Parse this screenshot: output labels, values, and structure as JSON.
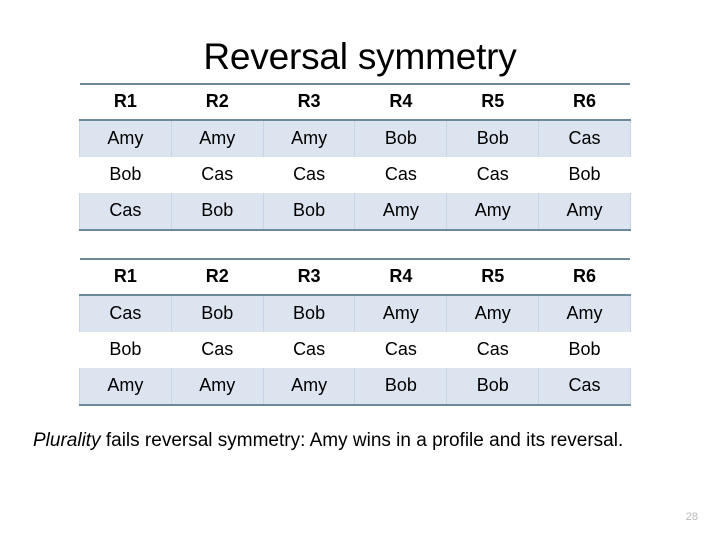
{
  "slide": {
    "title": "Reversal symmetry",
    "page_number": "28",
    "caption": {
      "emphasis": "Plurality",
      "rest": " fails reversal symmetry: Amy wins in a profile and its reversal."
    },
    "colors": {
      "stripe": "#dce4f0",
      "rule": "#6d8a9b",
      "cell_divider": "#c9d5e6",
      "page_number": "#b8b8b8",
      "background": "#ffffff"
    }
  },
  "tables": [
    {
      "name": "original-profile",
      "headers": [
        "R1",
        "R2",
        "R3",
        "R4",
        "R5",
        "R6"
      ],
      "rows": [
        [
          "Amy",
          "Amy",
          "Amy",
          "Bob",
          "Bob",
          "Cas"
        ],
        [
          "Bob",
          "Cas",
          "Cas",
          "Cas",
          "Cas",
          "Bob"
        ],
        [
          "Cas",
          "Bob",
          "Bob",
          "Amy",
          "Amy",
          "Amy"
        ]
      ]
    },
    {
      "name": "reversed-profile",
      "headers": [
        "R1",
        "R2",
        "R3",
        "R4",
        "R5",
        "R6"
      ],
      "rows": [
        [
          "Cas",
          "Bob",
          "Bob",
          "Amy",
          "Amy",
          "Amy"
        ],
        [
          "Bob",
          "Cas",
          "Cas",
          "Cas",
          "Cas",
          "Bob"
        ],
        [
          "Amy",
          "Amy",
          "Amy",
          "Bob",
          "Bob",
          "Cas"
        ]
      ]
    }
  ]
}
